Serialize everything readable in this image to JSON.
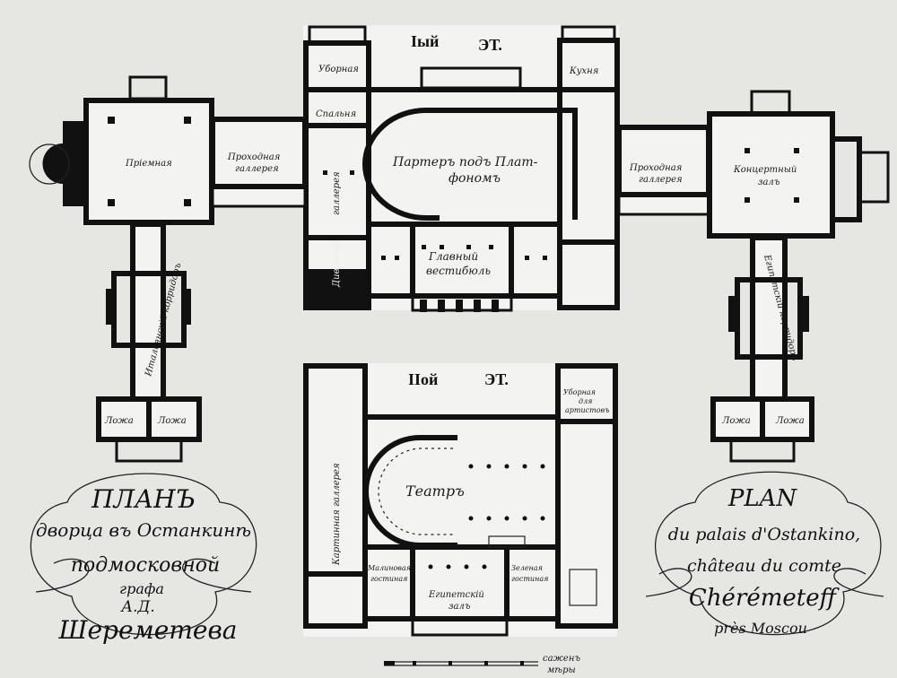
{
  "floors": {
    "first": {
      "numeral": "Iый",
      "suffix": "ЭТ."
    },
    "second": {
      "numeral": "IIой",
      "suffix": "ЭТ."
    }
  },
  "rooms_first_floor": {
    "toilet": "Уборная",
    "kitchen": "Кухня",
    "bedroom": "Спальня",
    "gallery": "галлерея",
    "divan": "Диванная",
    "ballroom_line1": "Партеръ подъ Плат-",
    "ballroom_line2": "фономъ",
    "vestibule_line1": "Главный",
    "vestibule_line2": "вестибюль",
    "reception": "Пріемная",
    "left_passage_line1": "Проходная",
    "left_passage_line2": "галлерея",
    "right_passage_line1": "Проходная",
    "right_passage_line2": "галлерея",
    "concert_hall_line1": "Концертный",
    "concert_hall_line2": "залъ",
    "italian_corridor": "Итальянскій корридоръ",
    "egyptian_corridor": "Египетскій корридоръ",
    "left_lodge_a": "Ложа",
    "left_lodge_b": "Ложа",
    "right_lodge_a": "Ложа",
    "right_lodge_b": "Ложа"
  },
  "rooms_second_floor": {
    "picture_gallery": "Картинная галлерея",
    "theatre": "Театръ",
    "crimson_room_line1": "Малиновая",
    "crimson_room_line2": "гостиная",
    "egyptian_hall_line1": "Египетскій",
    "egyptian_hall_line2": "залъ",
    "green_room_line1": "Зеленая",
    "green_room_line2": "гостиная",
    "artists_room_line1": "Уборная",
    "artists_room_line2": "для",
    "artists_room_line3": "артистовъ"
  },
  "cartouche_russian": {
    "line1": "ПЛАНЪ",
    "line2": "дворца въ Останкинѣ",
    "line3": "подмосковной",
    "line4": "графа",
    "line5": "А.Д.",
    "line6": "Шереметева"
  },
  "cartouche_french": {
    "line1": "PLAN",
    "line2": "du palais d'Ostankino,",
    "line3": "château du comte",
    "line4": "Chérémeteff",
    "line5": "près Moscou"
  },
  "scale": {
    "label_line1": "саженъ",
    "label_line2": "мѣры"
  }
}
